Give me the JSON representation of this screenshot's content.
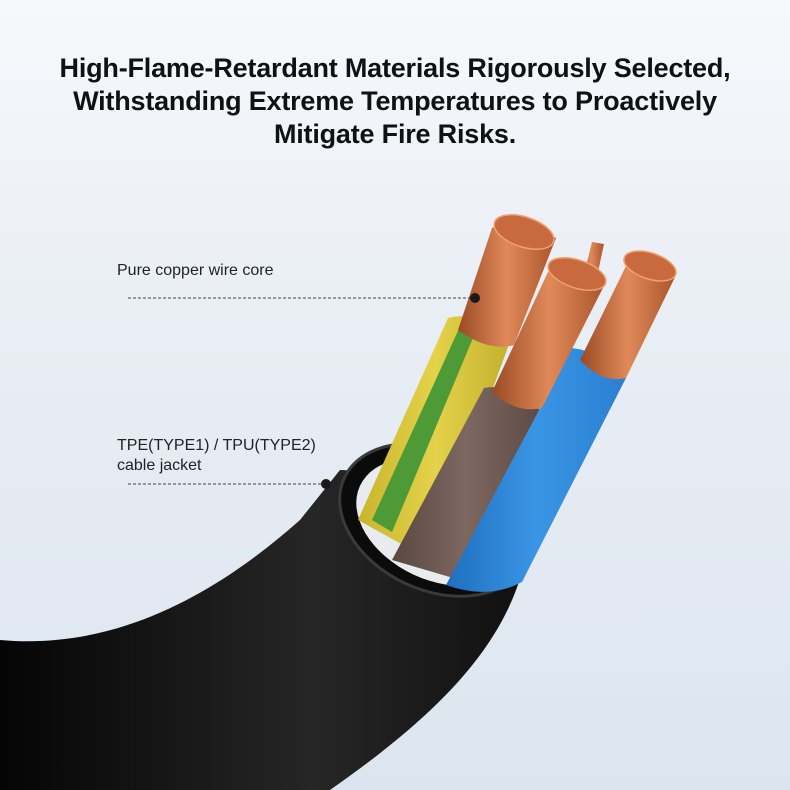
{
  "headline": {
    "line1": "High-Flame-Retardant Materials Rigorously Selected,",
    "line2": "Withstanding Extreme Temperatures to Proactively",
    "line3": "Mitigate Fire Risks."
  },
  "callouts": {
    "core_label": "Pure copper wire core",
    "jacket_line1": "TPE(TYPE1) / TPU(TYPE2)",
    "jacket_line2": "cable jacket"
  },
  "colors": {
    "jacket": "#1a1a1a",
    "earth_yellow": "#d8c63a",
    "earth_green": "#4e9a36",
    "neutral_blue": "#2f86d6",
    "live_brown": "#6e5a52",
    "copper": "#c96a3e"
  }
}
